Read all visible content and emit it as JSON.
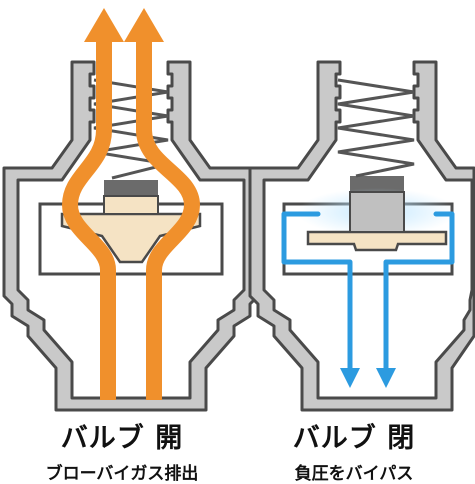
{
  "left_valve": {
    "state_label": "バルブ 開",
    "description": "ブローバイガス排出",
    "flow_color": "#f0902c"
  },
  "right_valve": {
    "state_label": "バルブ 閉",
    "description": "負圧をバイパス",
    "flow_color": "#2c9be0"
  },
  "colors": {
    "housing_fill": "#c9c9c9",
    "housing_stroke": "#4a4a4a",
    "valve_disc": "#f5e3c4",
    "spring": "#555555"
  }
}
